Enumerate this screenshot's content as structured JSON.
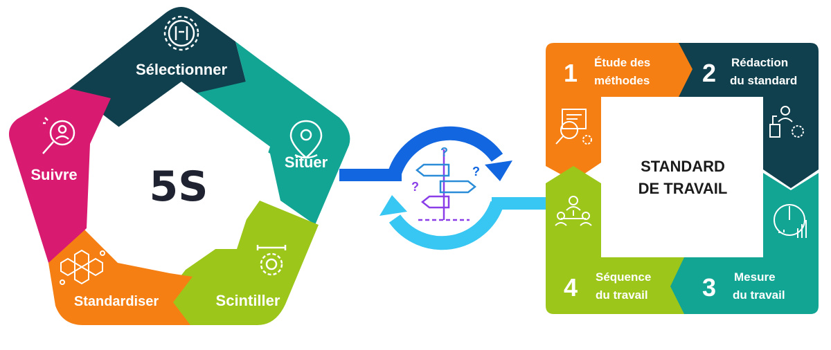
{
  "colors": {
    "navy": "#10404d",
    "teal": "#12a594",
    "lime": "#9dc61a",
    "orange": "#f57f12",
    "magenta": "#d81b70",
    "blue": "#1266e0",
    "light_blue": "#38c6f2",
    "purple": "#8a3ee8"
  },
  "five_s": {
    "center": "5S",
    "segments": [
      {
        "label": "Sélectionner",
        "icon": "gear-tools-icon"
      },
      {
        "label": "Situer",
        "icon": "location-pin-icon"
      },
      {
        "label": "Scintiller",
        "icon": "gear-wrench-icon"
      },
      {
        "label": "Standardiser",
        "icon": "molecule-network-icon"
      },
      {
        "label": "Suivre",
        "icon": "magnifier-user-icon"
      }
    ]
  },
  "connector": {
    "icon": "signpost-question-icon",
    "question_mark": "?"
  },
  "work_standard": {
    "center_line1": "STANDARD",
    "center_line2": "DE TRAVAIL",
    "steps": [
      {
        "number": "1",
        "line1": "Étude des",
        "line2": "méthodes",
        "icon": "document-magnifier-icon"
      },
      {
        "number": "2",
        "line1": "Rédaction",
        "line2": "du standard",
        "icon": "person-process-icon"
      },
      {
        "number": "3",
        "line1": "Mesure",
        "line2": "du travail",
        "icon": "gauge-chart-icon"
      },
      {
        "number": "4",
        "line1": "Séquence",
        "line2": "du travail",
        "icon": "team-network-icon"
      }
    ]
  }
}
